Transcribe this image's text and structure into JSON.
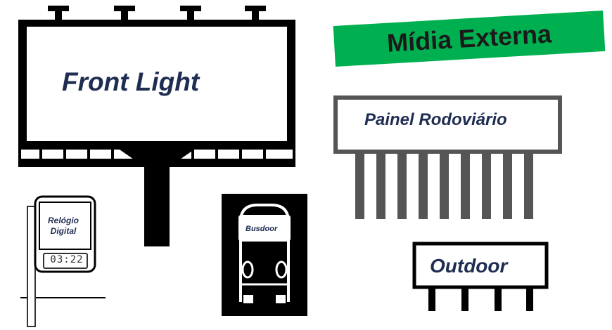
{
  "title": "Mídia Externa",
  "signs": {
    "front_light": "Front Light",
    "painel_rodoviario": "Painel Rodoviário",
    "outdoor": "Outdoor",
    "busdoor": "Busdoor",
    "relogio_digital": "Relógio Digital",
    "clock_time": "03:22"
  },
  "colors": {
    "banner_green": "#00b050",
    "label_navy": "#1f2d52",
    "billboard_black": "#000000"
  }
}
